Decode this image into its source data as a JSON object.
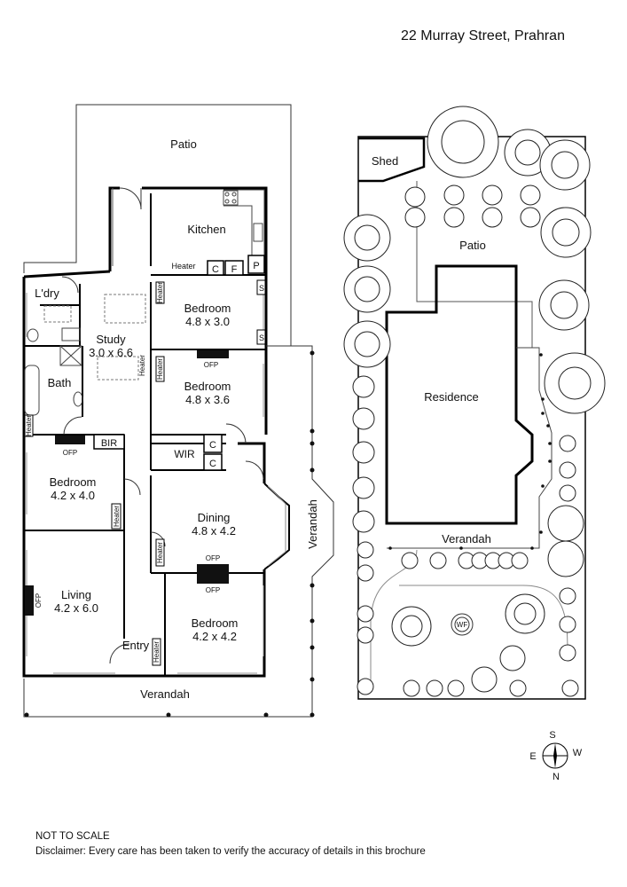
{
  "header": {
    "address": "22 Murray Street, Prahran"
  },
  "floor_plan": {
    "rooms": {
      "patio": {
        "name": "Patio"
      },
      "kitchen": {
        "name": "Kitchen"
      },
      "laundry": {
        "name": "L'dry"
      },
      "study": {
        "name": "Study",
        "dims": "3.0 x 6.6"
      },
      "bath": {
        "name": "Bath"
      },
      "bedroom1": {
        "name": "Bedroom",
        "dims": "4.8 x 3.0"
      },
      "bedroom2": {
        "name": "Bedroom",
        "dims": "4.8 x 3.6"
      },
      "bedroom3": {
        "name": "Bedroom",
        "dims": "4.2 x 4.0"
      },
      "wir": {
        "name": "WIR"
      },
      "bir": {
        "name": "BIR"
      },
      "dining": {
        "name": "Dining",
        "dims": "4.8 x 4.2"
      },
      "living": {
        "name": "Living",
        "dims": "4.2 x 6.0"
      },
      "bedroom4": {
        "name": "Bedroom",
        "dims": "4.2 x 4.2"
      },
      "entry": {
        "name": "Entry"
      },
      "verandah_side": {
        "name": "Verandah"
      },
      "verandah_front": {
        "name": "Verandah"
      }
    },
    "fixtures": {
      "heater": "Heater",
      "ofp": "OFP",
      "cupboard": "C",
      "fridge": "F",
      "pantry": "P",
      "shelf": "S"
    }
  },
  "site_plan": {
    "shed": "Shed",
    "patio": "Patio",
    "residence": "Residence",
    "verandah": "Verandah",
    "wf": "WF"
  },
  "compass": {
    "s": "S",
    "w": "W",
    "e": "E",
    "n": "N"
  },
  "footer": {
    "not_to_scale": "NOT TO SCALE",
    "disclaimer": "Disclaimer: Every care has been taken to verify the accuracy of details in this brochure"
  }
}
